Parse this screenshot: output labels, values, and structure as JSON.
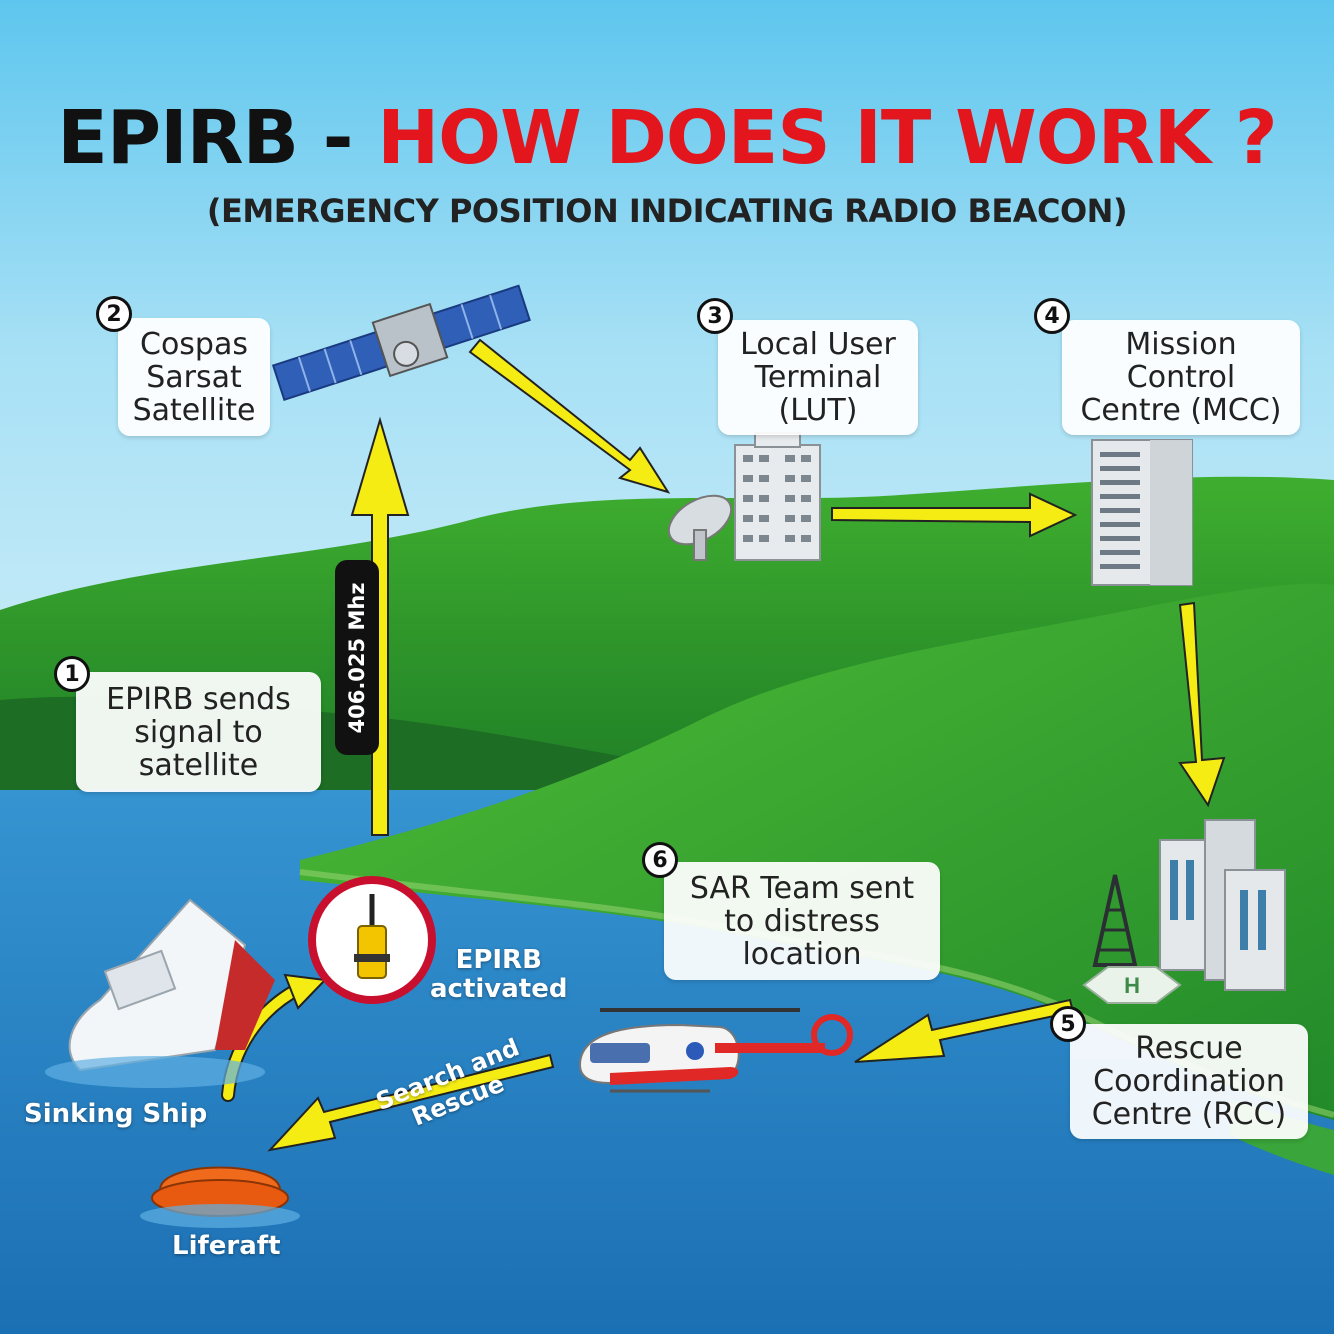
{
  "title": {
    "part1": "EPIRB -",
    "part2": "HOW DOES IT WORK ?"
  },
  "subtitle": "(EMERGENCY POSITION INDICATING RADIO BEACON)",
  "colors": {
    "title_red": "#e3161d",
    "arrow_yellow": "#f5ec14",
    "sky": "#8fd3f0",
    "sea": "#1f86c9",
    "land": "#2d9a2a"
  },
  "steps": [
    {
      "number": "1",
      "lines": [
        "EPIRB sends",
        "signal to",
        "satellite"
      ]
    },
    {
      "number": "2",
      "lines": [
        "Cospas",
        "Sarsat",
        "Satellite"
      ]
    },
    {
      "number": "3",
      "lines": [
        "Local User",
        "Terminal",
        "(LUT)"
      ]
    },
    {
      "number": "4",
      "lines": [
        "Mission",
        "Control",
        "Centre (MCC)"
      ]
    },
    {
      "number": "5",
      "lines": [
        "Rescue",
        "Coordination",
        "Centre (RCC)"
      ]
    },
    {
      "number": "6",
      "lines": [
        "SAR Team sent",
        "to distress",
        "location"
      ]
    }
  ],
  "frequency": "406.025 Mhz",
  "labels": {
    "epirb_activated": [
      "EPIRB",
      "activated"
    ],
    "sinking_ship": "Sinking Ship",
    "search_rescue": [
      "Search and",
      "Rescue"
    ],
    "liferaft": "Liferaft"
  },
  "icons": [
    "satellite-icon",
    "dish-antenna-icon",
    "lut-building-icon",
    "mcc-building-icon",
    "rcc-buildings-icon",
    "radio-tower-icon",
    "helipad-icon",
    "helicopter-icon",
    "sinking-ship-icon",
    "epirb-beacon-icon",
    "liferaft-icon"
  ]
}
